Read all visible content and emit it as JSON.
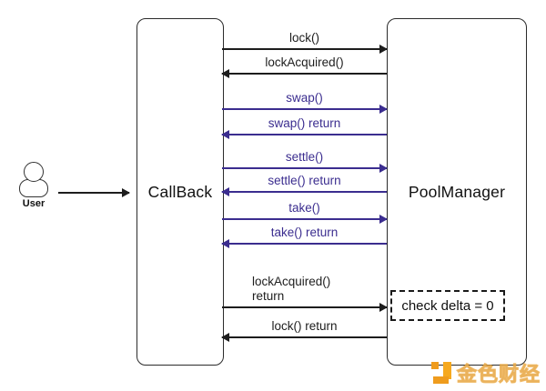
{
  "diagram": {
    "actor": {
      "label": "User"
    },
    "participants": [
      {
        "label": "CallBack"
      },
      {
        "label": "PoolManager"
      }
    ],
    "messages": [
      {
        "label": "lock()",
        "from": "CallBack",
        "to": "PoolManager",
        "direction": "right",
        "color": "#1d1d1d"
      },
      {
        "label": "lockAcquired()",
        "from": "PoolManager",
        "to": "CallBack",
        "direction": "left",
        "color": "#1d1d1d"
      },
      {
        "label": "swap()",
        "from": "CallBack",
        "to": "PoolManager",
        "direction": "right",
        "color": "#3b2d8f"
      },
      {
        "label": "swap() return",
        "from": "PoolManager",
        "to": "CallBack",
        "direction": "left",
        "color": "#3b2d8f"
      },
      {
        "label": "settle()",
        "from": "CallBack",
        "to": "PoolManager",
        "direction": "right",
        "color": "#3b2d8f"
      },
      {
        "label": "settle() return",
        "from": "PoolManager",
        "to": "CallBack",
        "direction": "left",
        "color": "#3b2d8f"
      },
      {
        "label": "take()",
        "from": "CallBack",
        "to": "PoolManager",
        "direction": "right",
        "color": "#3b2d8f"
      },
      {
        "label": "take() return",
        "from": "PoolManager",
        "to": "CallBack",
        "direction": "left",
        "color": "#3b2d8f"
      },
      {
        "label": "lockAcquired()",
        "label2": "return",
        "from": "CallBack",
        "to": "PoolManager",
        "direction": "right",
        "color": "#1d1d1d"
      },
      {
        "label": "lock() return",
        "from": "PoolManager",
        "to": "CallBack",
        "direction": "left",
        "color": "#1d1d1d"
      }
    ],
    "note": {
      "label": "check delta = 0"
    }
  },
  "watermark": {
    "text": "金色财经",
    "logo": "jinse-finance-logo"
  },
  "colors": {
    "message_black": "#1d1d1d",
    "message_purple": "#3b2d8f",
    "watermark_orange": "#ef9c1e",
    "background": "#ffffff"
  }
}
